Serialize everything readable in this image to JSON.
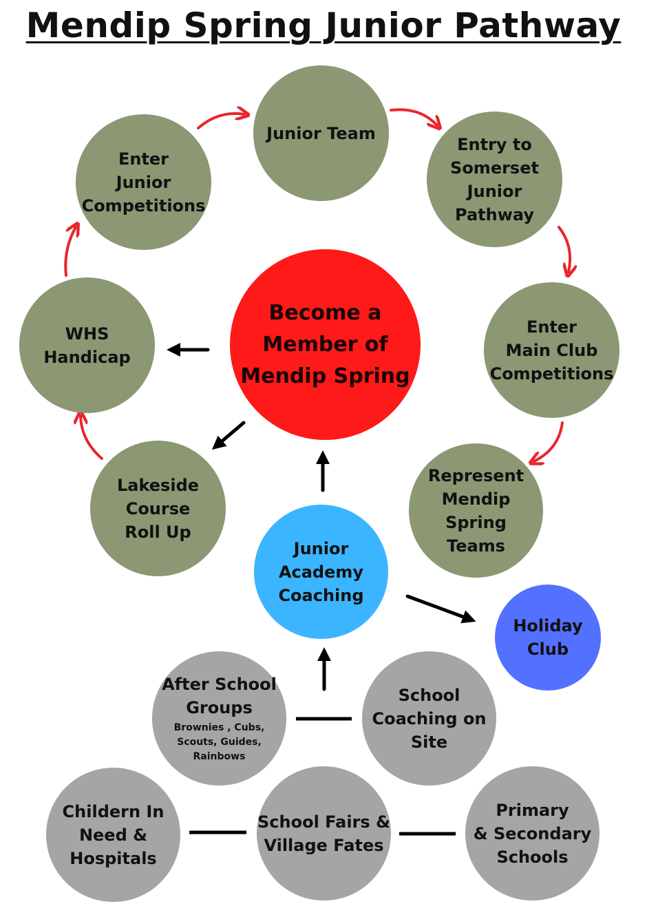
{
  "title": "Mendip Spring Junior Pathway",
  "colors": {
    "olive": "#8c9774",
    "red": "#ff1a1a",
    "cyan": "#3bb5ff",
    "blue": "#5470ff",
    "grey": "#a5a5a5",
    "arrow_red": "#e8262b",
    "arrow_black": "#000000"
  },
  "nodes": {
    "junior_team": "Junior Team",
    "enter_junior_competitions": "Enter\nJunior\nCompetitions",
    "entry_somerset": "Entry to\nSomerset\nJunior\nPathway",
    "become_member": "Become a\nMember of\nMendip Spring",
    "whs_handicap": "WHS\nHandicap",
    "enter_main_club": "Enter\nMain Club\nCompetitions",
    "lakeside_roll_up": "Lakeside\nCourse\nRoll Up",
    "represent_teams": "Represent\nMendip Spring\nTeams",
    "junior_academy": "Junior\nAcademy\nCoaching",
    "holiday_club": "Holiday\nClub",
    "after_school_groups": "After School\nGroups",
    "after_school_sub": "Brownies , Cubs,\nScouts, Guides,\nRainbows",
    "school_coaching": "School\nCoaching on\nSite",
    "children_in_need": "Childern In\nNeed &\nHospitals",
    "school_fairs": "School Fairs &\nVillage Fates",
    "primary_secondary": "Primary\n& Secondary\nSchools"
  }
}
